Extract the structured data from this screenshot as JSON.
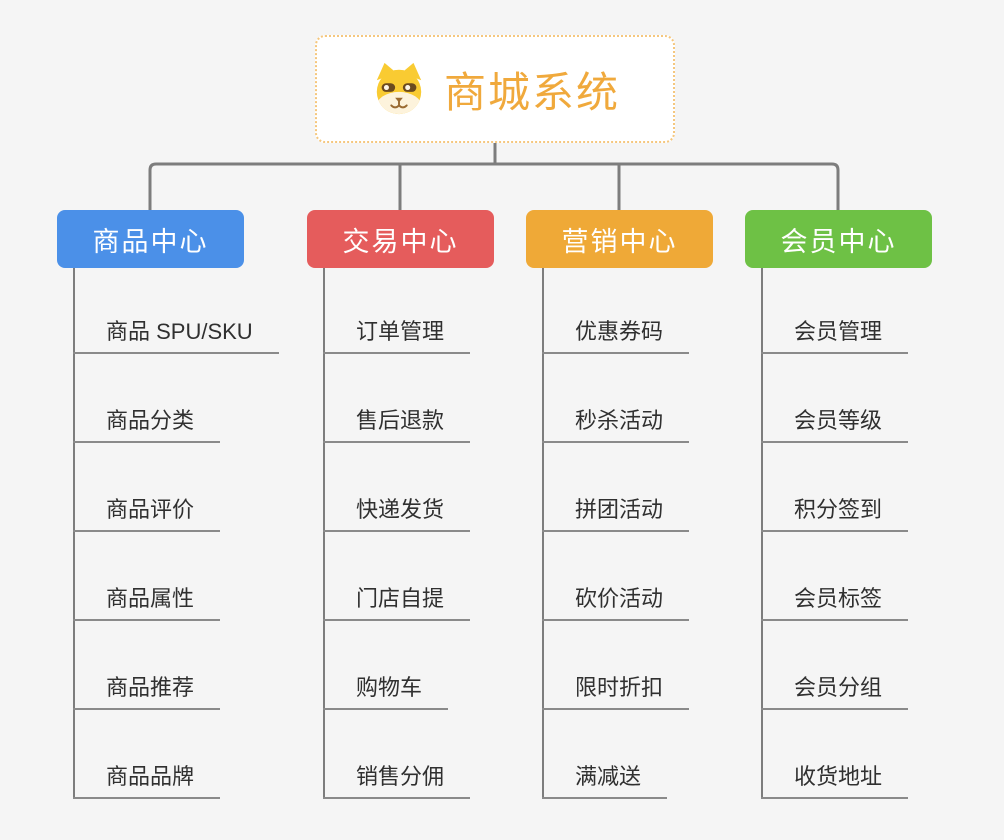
{
  "root": {
    "title": "商城系统",
    "icon": "dog-face-icon",
    "text_color": "#f0a93c",
    "border_color": "#f5c77e"
  },
  "connectors": {
    "color": "#7d7d7d"
  },
  "branches": [
    {
      "label": "商品中心",
      "color": "#4b90e8",
      "children": [
        "商品 SPU/SKU",
        "商品分类",
        "商品评价",
        "商品属性",
        "商品推荐",
        "商品品牌"
      ]
    },
    {
      "label": "交易中心",
      "color": "#e55c5c",
      "children": [
        "订单管理",
        "售后退款",
        "快递发货",
        "门店自提",
        "购物车",
        "销售分佣"
      ]
    },
    {
      "label": "营销中心",
      "color": "#efa937",
      "children": [
        "优惠券码",
        "秒杀活动",
        "拼团活动",
        "砍价活动",
        "限时折扣",
        "满减送"
      ]
    },
    {
      "label": "会员中心",
      "color": "#6ec145",
      "children": [
        "会员管理",
        "会员等级",
        "积分签到",
        "会员标签",
        "会员分组",
        "收货地址"
      ]
    }
  ]
}
